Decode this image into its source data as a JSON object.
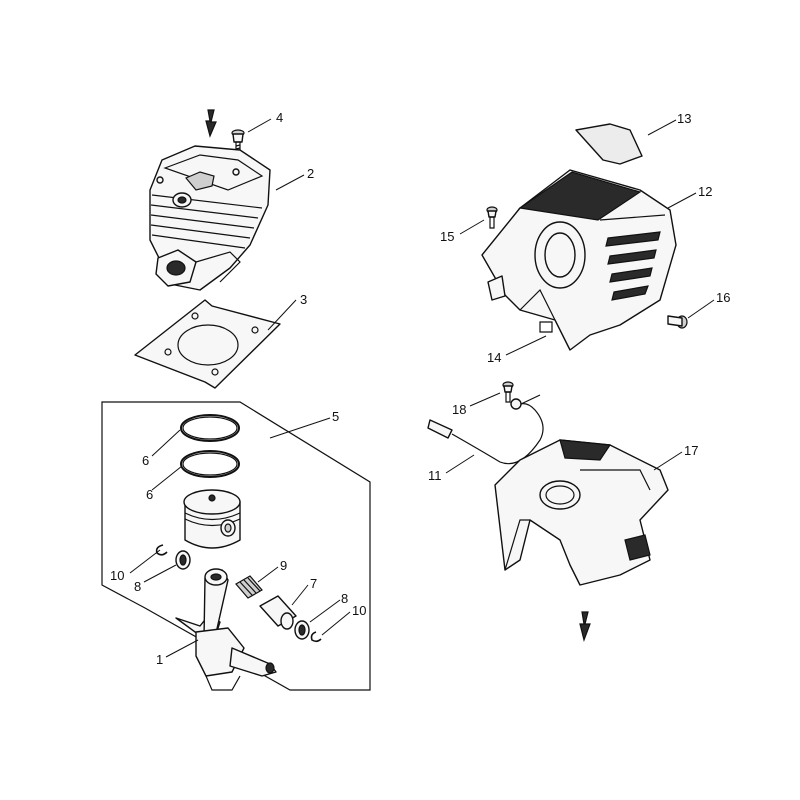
{
  "callouts": {
    "c1": "1",
    "c2": "2",
    "c3": "3",
    "c4": "4",
    "c5": "5",
    "c6a": "6",
    "c6b": "6",
    "c7": "7",
    "c8a": "8",
    "c8b": "8",
    "c9": "9",
    "c10a": "10",
    "c10b": "10",
    "c11": "11",
    "c12": "12",
    "c13": "13",
    "c14": "14",
    "c15": "15",
    "c16": "16",
    "c17": "17",
    "c18": "18"
  },
  "icons": {
    "arrow_top": "down-arrow-icon",
    "arrow_bottom": "down-arrow-icon"
  },
  "colors": {
    "line": "#111111",
    "fill": "#f7f7f7",
    "dark": "#2a2a2a"
  }
}
